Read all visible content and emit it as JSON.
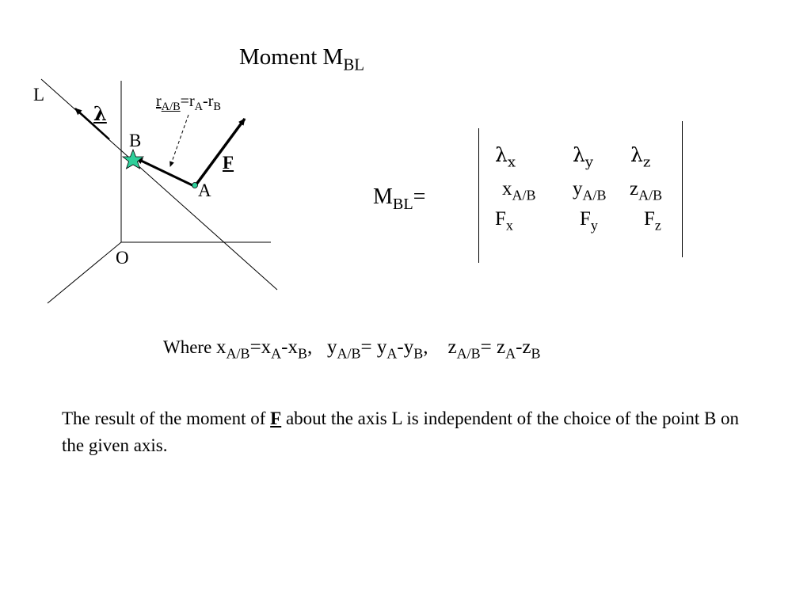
{
  "title": {
    "text": "Moment M",
    "sub": "BL"
  },
  "diagram": {
    "axis_label": "L",
    "lambda": "λ",
    "point_b": "B",
    "point_a": "A",
    "origin": "O",
    "force": "F",
    "r_eq": {
      "r": "r",
      "r_sub": "A/B",
      "eq": "=r",
      "a_sub": "A",
      "minus": "-r",
      "b_sub": "B"
    }
  },
  "equation": {
    "lhs": "M",
    "lhs_sub": "BL",
    "eq": "="
  },
  "matrix": {
    "row1": [
      {
        "s": "λ",
        "sub": "x"
      },
      {
        "s": "λ",
        "sub": "y"
      },
      {
        "s": "λ",
        "sub": "z"
      }
    ],
    "row2": [
      {
        "s": "x",
        "sub": "A/B"
      },
      {
        "s": "y",
        "sub": "A/B"
      },
      {
        "s": "z",
        "sub": "A/B"
      }
    ],
    "row3": [
      {
        "s": "F",
        "sub": "x"
      },
      {
        "s": "F",
        "sub": "y"
      },
      {
        "s": "F",
        "sub": "z"
      }
    ]
  },
  "where": {
    "word": "Where ",
    "x": {
      "a": "x",
      "a_sub": "A/B",
      "b": "=x",
      "b_sub": "A",
      "c": "-x",
      "c_sub": "B",
      "d": ",   "
    },
    "y": {
      "a": "y",
      "a_sub": "A/B",
      "b": "= y",
      "b_sub": "A",
      "c": "-y",
      "c_sub": "B",
      "d": ",    "
    },
    "z": {
      "a": "z",
      "a_sub": "A/B",
      "b": "= z",
      "b_sub": "A",
      "c": "-z",
      "c_sub": "B"
    }
  },
  "note": {
    "before": "The result of the moment of ",
    "force": "F",
    "after": " about the axis L is independent of the choice of the point B on the given axis."
  },
  "colors": {
    "star": "#2ecf9a",
    "ink": "#000000"
  }
}
